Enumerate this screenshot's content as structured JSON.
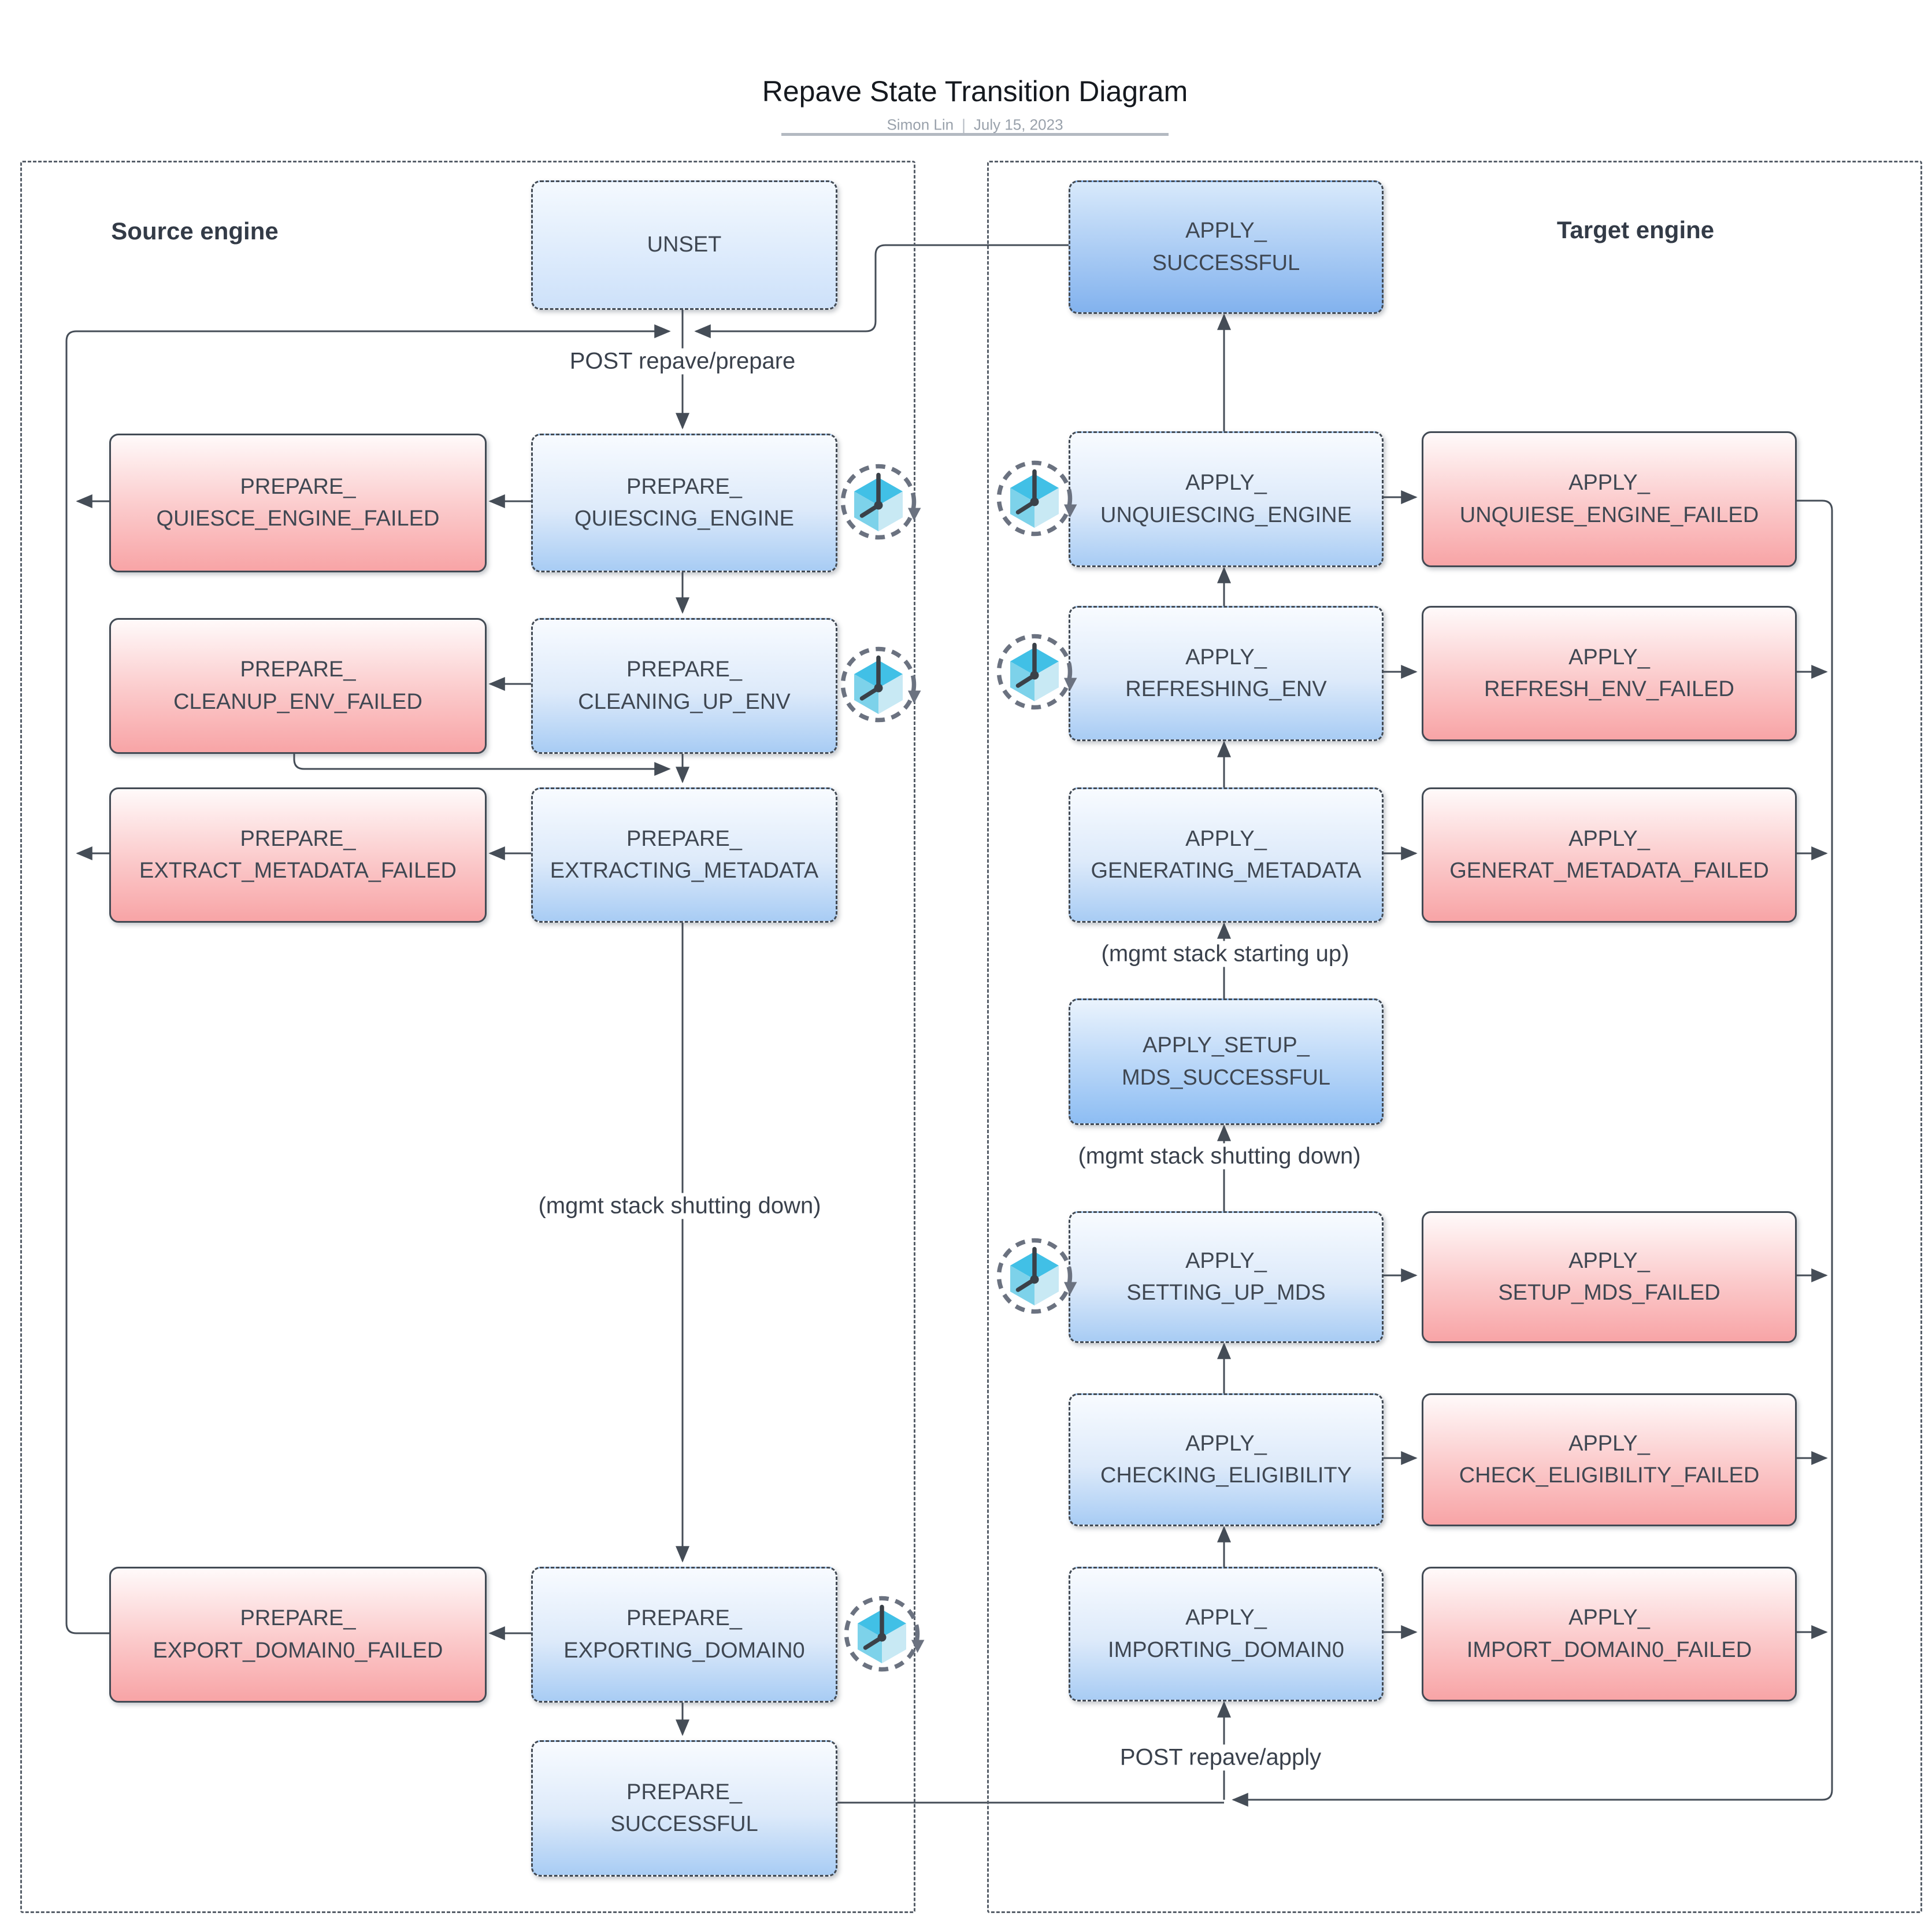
{
  "title": {
    "text": "Repave State Transition Diagram",
    "author": "Simon Lin",
    "separator": "|",
    "date": "July 15, 2023"
  },
  "panels": {
    "source": {
      "label": "Source engine"
    },
    "target": {
      "label": "Target engine"
    }
  },
  "edge_labels": {
    "post_prepare": "POST repave/prepare",
    "post_apply": "POST repave/apply",
    "mgmt_shutting_down_source": "(mgmt stack shutting down)",
    "mgmt_starting_up": "(mgmt stack starting up)",
    "mgmt_shutting_down_target": "(mgmt stack shutting down)"
  },
  "states": {
    "unset": {
      "label": "UNSET"
    },
    "prepare_quiescing_engine": {
      "label": "PREPARE_\nQUIESCING_ENGINE"
    },
    "prepare_quiesce_engine_failed": {
      "label": "PREPARE_\nQUIESCE_ENGINE_FAILED"
    },
    "prepare_cleaning_up_env": {
      "label": "PREPARE_\nCLEANING_UP_ENV"
    },
    "prepare_cleanup_env_failed": {
      "label": "PREPARE_\nCLEANUP_ENV_FAILED"
    },
    "prepare_extracting_metadata": {
      "label": "PREPARE_\nEXTRACTING_METADATA"
    },
    "prepare_extract_metadata_failed": {
      "label": "PREPARE_\nEXTRACT_METADATA_FAILED"
    },
    "prepare_exporting_domain0": {
      "label": "PREPARE_\nEXPORTING_DOMAIN0"
    },
    "prepare_export_domain0_failed": {
      "label": "PREPARE_\nEXPORT_DOMAIN0_FAILED"
    },
    "prepare_successful": {
      "label": "PREPARE_\nSUCCESSFUL"
    },
    "apply_successful": {
      "label": "APPLY_\nSUCCESSFUL"
    },
    "apply_unquiescing_engine": {
      "label": "APPLY_\nUNQUIESCING_ENGINE"
    },
    "apply_unquiese_engine_failed": {
      "label": "APPLY_\nUNQUIESE_ENGINE_FAILED"
    },
    "apply_refreshing_env": {
      "label": "APPLY_\nREFRESHING_ENV"
    },
    "apply_refresh_env_failed": {
      "label": "APPLY_\nREFRESH_ENV_FAILED"
    },
    "apply_generating_metadata": {
      "label": "APPLY_\nGENERATING_METADATA"
    },
    "apply_generat_metadata_failed": {
      "label": "APPLY_\nGENERAT_METADATA_FAILED"
    },
    "apply_setup_mds_successful": {
      "label": "APPLY_SETUP_\nMDS_SUCCESSFUL"
    },
    "apply_setting_up_mds": {
      "label": "APPLY_\nSETTING_UP_MDS"
    },
    "apply_setup_mds_failed": {
      "label": "APPLY_\nSETUP_MDS_FAILED"
    },
    "apply_checking_eligibility": {
      "label": "APPLY_\nCHECKING_ELIGIBILITY"
    },
    "apply_check_eligibility_failed": {
      "label": "APPLY_\nCHECK_ELIGIBILITY_FAILED"
    },
    "apply_importing_domain0": {
      "label": "APPLY_\nIMPORTING_DOMAIN0"
    },
    "apply_import_domain0_failed": {
      "label": "APPLY_\nIMPORT_DOMAIN0_FAILED"
    }
  },
  "icons": {
    "retry_clock": "retry-clock-icon"
  },
  "colors": {
    "state_blue_top": "#f8fbff",
    "state_blue_bottom": "#a8ccf4",
    "unset_bottom": "#cde1fa",
    "apply_success_top": "#d8e9fb",
    "apply_success_bottom": "#82b2ee",
    "failed_top": "#fffafa",
    "failed_bottom": "#f8a4a6",
    "box_outline": "#424a54",
    "connector": "#454d57",
    "icon_cyan_top": "#4ec5e8",
    "icon_cyan_left": "#7dd2ea",
    "icon_cyan_right": "#c8e9f4",
    "title_color": "#15191f",
    "subtitle_color": "#99a1ab",
    "header_color": "#333b47"
  }
}
